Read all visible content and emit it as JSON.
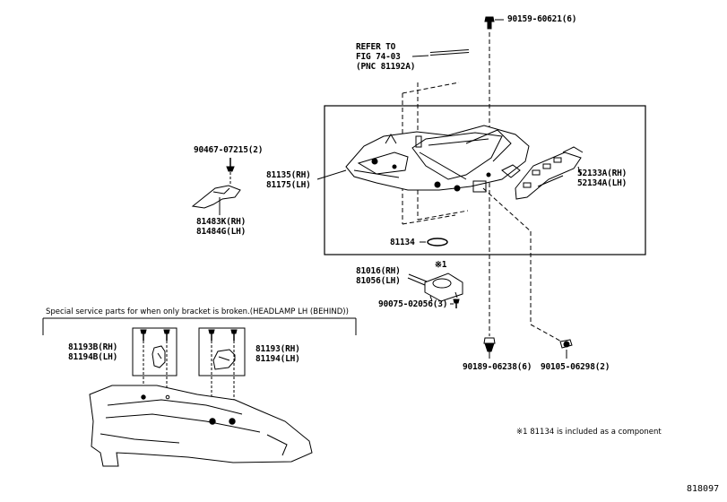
{
  "refer": {
    "line1": "REFER TO",
    "line2": "FIG 74-03",
    "line3": "(PNC 81192A)"
  },
  "parts": {
    "bolt_top": "90159-60621(6)",
    "screw_small": "90467-07215(2)",
    "bracket_rh": "81483K(RH)",
    "bracket_lh": "81484G(LH)",
    "unit_rh": "81135(RH)",
    "unit_lh": "81175(LH)",
    "module_rh": "52133A(RH)",
    "module_lh": "52134A(LH)",
    "gasket": "81134",
    "ballast_rh": "81016(RH)",
    "ballast_lh": "81056(LH)",
    "ballast_mark": "※1",
    "ballast_screw": "90075-02056(3)",
    "grommet_left": "90189-06238(6)",
    "grommet_right": "90105-06298(2)",
    "service_rh_b": "81193B(RH)",
    "service_lh_b": "81194B(LH)",
    "service_rh": "81193(RH)",
    "service_lh": "81194(LH)"
  },
  "service_box": {
    "title": "Special service parts for when only bracket is broken.(HEADLAMP LH (BEHIND))"
  },
  "footnote": "※1 81134 is included as a component",
  "figure_number": "818097"
}
